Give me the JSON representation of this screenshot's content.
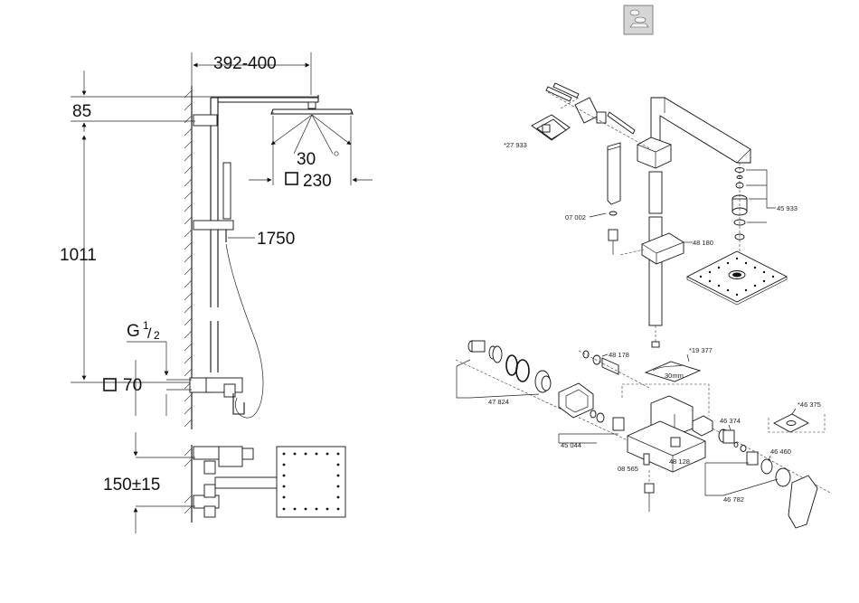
{
  "dimensions": {
    "arm_length": "392-400",
    "top_offset": "85",
    "spray_angle": "30",
    "head_size": "230",
    "height": "1011",
    "hose_length": "1750",
    "thread": "G",
    "thread_num": "1",
    "thread_den": "2",
    "body_square": "70",
    "inlet_spacing": "150±15"
  },
  "parts": {
    "p27933": "*27 933",
    "p07002": "07 002",
    "p48180": "48 180",
    "p45933": "45 933",
    "p48178": "48 178",
    "p19377": "*19 377",
    "p30mm": "30mm",
    "p47824": "47 824",
    "p45044": "45 044",
    "p46374": "46 374",
    "p46375": "*46 375",
    "p08565": "08 565",
    "p48128": "48 128",
    "p46460": "46 460",
    "p46782": "46 782"
  },
  "icons": {
    "toolbar": "spare-parts-icon"
  }
}
